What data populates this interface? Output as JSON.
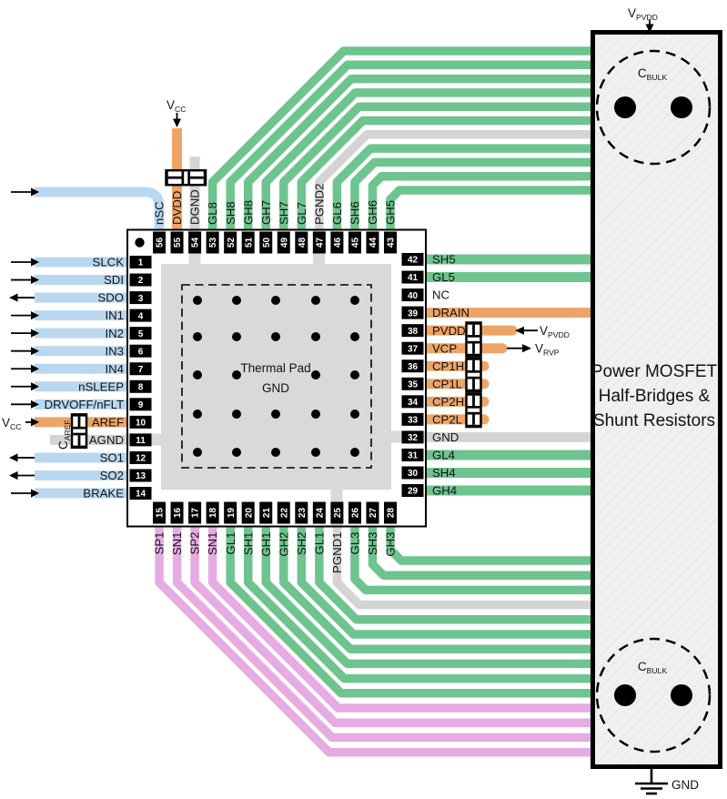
{
  "colors": {
    "gate": "#6dc48f",
    "sense": "#e5abe2",
    "logic": "#b9d8f0",
    "power": "#eda567",
    "ground": "#d4d4d4",
    "pad": "#d9d9d9",
    "block_fill": "#f0f0f0",
    "hatch_line": "#e2e2e2"
  },
  "ic": {
    "thermal_pad": {
      "line1": "Thermal Pad",
      "line2": "GND"
    },
    "pins": {
      "left": [
        {
          "num": "1",
          "name": "SLCK",
          "wire": "logic",
          "dir": "in"
        },
        {
          "num": "2",
          "name": "SDI",
          "wire": "logic",
          "dir": "in"
        },
        {
          "num": "3",
          "name": "SDO",
          "wire": "logic",
          "dir": "out"
        },
        {
          "num": "4",
          "name": "IN1",
          "wire": "logic",
          "dir": "in"
        },
        {
          "num": "5",
          "name": "IN2",
          "wire": "logic",
          "dir": "in"
        },
        {
          "num": "6",
          "name": "IN3",
          "wire": "logic",
          "dir": "in"
        },
        {
          "num": "7",
          "name": "IN4",
          "wire": "logic",
          "dir": "in"
        },
        {
          "num": "8",
          "name": "nSLEEP",
          "wire": "logic",
          "dir": "in"
        },
        {
          "num": "9",
          "name": "DRVOFF/nFLT",
          "wire": "logic",
          "dir": "in"
        },
        {
          "num": "10",
          "name": "AREF",
          "wire": "power",
          "dir": "vcc"
        },
        {
          "num": "11",
          "name": "AGND",
          "wire": "ground",
          "dir": "none"
        },
        {
          "num": "12",
          "name": "SO1",
          "wire": "logic",
          "dir": "out"
        },
        {
          "num": "13",
          "name": "SO2",
          "wire": "logic",
          "dir": "out"
        },
        {
          "num": "14",
          "name": "BRAKE",
          "wire": "logic",
          "dir": "in"
        }
      ],
      "top": [
        {
          "num": "56",
          "name": "nSC",
          "wire": "logic",
          "route": "nsc"
        },
        {
          "num": "55",
          "name": "DVDD",
          "wire": "power",
          "route": "vert-vcc"
        },
        {
          "num": "54",
          "name": "DGND",
          "wire": "ground",
          "route": "vert-gnd"
        },
        {
          "num": "53",
          "name": "GL8",
          "wire": "gate",
          "route": "fan"
        },
        {
          "num": "52",
          "name": "SH8",
          "wire": "gate",
          "route": "fan"
        },
        {
          "num": "51",
          "name": "GH8",
          "wire": "gate",
          "route": "fan"
        },
        {
          "num": "50",
          "name": "GH7",
          "wire": "gate",
          "route": "fan"
        },
        {
          "num": "49",
          "name": "SH7",
          "wire": "gate",
          "route": "fan"
        },
        {
          "num": "48",
          "name": "GL7",
          "wire": "gate",
          "route": "fan"
        },
        {
          "num": "47",
          "name": "PGND2",
          "wire": "ground",
          "route": "fan"
        },
        {
          "num": "46",
          "name": "GL6",
          "wire": "gate",
          "route": "fan"
        },
        {
          "num": "45",
          "name": "SH6",
          "wire": "gate",
          "route": "fan"
        },
        {
          "num": "44",
          "name": "GH6",
          "wire": "gate",
          "route": "fan"
        },
        {
          "num": "43",
          "name": "GH5",
          "wire": "gate",
          "route": "fan"
        }
      ],
      "right": [
        {
          "num": "42",
          "name": "SH5",
          "wire": "gate",
          "route": "straight"
        },
        {
          "num": "41",
          "name": "GL5",
          "wire": "gate",
          "route": "straight"
        },
        {
          "num": "40",
          "name": "NC",
          "wire": "",
          "route": "none"
        },
        {
          "num": "39",
          "name": "DRAIN",
          "wire": "power",
          "route": "straight"
        },
        {
          "num": "38",
          "name": "PVDD",
          "wire": "power",
          "route": "stub"
        },
        {
          "num": "37",
          "name": "VCP",
          "wire": "power",
          "route": "stub"
        },
        {
          "num": "36",
          "name": "CP1H",
          "wire": "power",
          "route": "stub"
        },
        {
          "num": "35",
          "name": "CP1L",
          "wire": "power",
          "route": "stub"
        },
        {
          "num": "34",
          "name": "CP2H",
          "wire": "power",
          "route": "stub"
        },
        {
          "num": "33",
          "name": "CP2L",
          "wire": "power",
          "route": "stub"
        },
        {
          "num": "32",
          "name": "GND",
          "wire": "ground",
          "route": "straight"
        },
        {
          "num": "31",
          "name": "GL4",
          "wire": "gate",
          "route": "straight"
        },
        {
          "num": "30",
          "name": "SH4",
          "wire": "gate",
          "route": "straight"
        },
        {
          "num": "29",
          "name": "GH4",
          "wire": "gate",
          "route": "straight"
        }
      ],
      "bottom": [
        {
          "num": "15",
          "name": "SP1",
          "wire": "sense"
        },
        {
          "num": "16",
          "name": "SN1",
          "wire": "sense"
        },
        {
          "num": "17",
          "name": "SP2",
          "wire": "sense"
        },
        {
          "num": "18",
          "name": "SN1",
          "wire": "sense"
        },
        {
          "num": "19",
          "name": "GL1",
          "wire": "gate"
        },
        {
          "num": "20",
          "name": "SH1",
          "wire": "gate"
        },
        {
          "num": "21",
          "name": "GH1",
          "wire": "gate"
        },
        {
          "num": "22",
          "name": "GH2",
          "wire": "gate"
        },
        {
          "num": "23",
          "name": "SH2",
          "wire": "gate"
        },
        {
          "num": "24",
          "name": "GL1",
          "wire": "gate"
        },
        {
          "num": "25",
          "name": "PGND1",
          "wire": "ground"
        },
        {
          "num": "26",
          "name": "GL3",
          "wire": "gate"
        },
        {
          "num": "27",
          "name": "SH3",
          "wire": "gate"
        },
        {
          "num": "28",
          "name": "GH3",
          "wire": "gate"
        }
      ]
    }
  },
  "annotations": {
    "vcc_top": {
      "main": "V",
      "sub": "CC"
    },
    "vcc_left": {
      "main": "V",
      "sub": "CC"
    },
    "caref": {
      "main": "C",
      "sub": "AREF"
    },
    "vpvdd_top": {
      "main": "V",
      "sub": "PVDD"
    },
    "vpvdd_right": {
      "main": "V",
      "sub": "PVDD"
    },
    "vrvp_right": {
      "main": "V",
      "sub": "RVP"
    },
    "cbulk": {
      "main": "C",
      "sub": "BULK"
    },
    "gnd_bottom": "GND"
  },
  "block": {
    "title_lines": [
      "Power MOSFET",
      "Half-Bridges &",
      "Shunt Resistors"
    ]
  }
}
